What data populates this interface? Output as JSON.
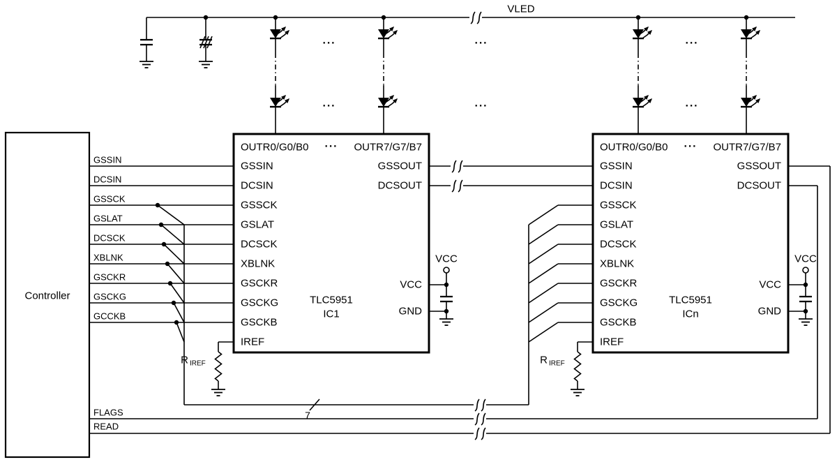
{
  "schematic": {
    "vled_label": "VLED",
    "vcc_label": "VCC",
    "dots": "···",
    "bus_count": "7",
    "controller": {
      "label": "Controller",
      "signals": [
        "GSSIN",
        "DCSIN",
        "GSSCK",
        "GSLAT",
        "DCSCK",
        "XBLNK",
        "GSCKR",
        "GSCKG",
        "GCCKB"
      ],
      "flags_label": "FLAGS",
      "read_label": "READ"
    },
    "ic_pins": {
      "out_left": "OUTR0/G0/B0",
      "out_right": "OUTR7/G7/B7",
      "left": [
        "GSSIN",
        "DCSIN",
        "GSSCK",
        "GSLAT",
        "DCSCK",
        "XBLNK",
        "GSCKR",
        "GSCKG",
        "GSCKB",
        "IREF"
      ],
      "gssout": "GSSOUT",
      "dcsout": "DCSOUT",
      "vcc": "VCC",
      "gnd": "GND"
    },
    "ic1": {
      "part": "TLC5951",
      "name": "IC1"
    },
    "icn": {
      "part": "TLC5951",
      "name": "ICn"
    },
    "riref": {
      "base": "R",
      "sub": "IREF"
    }
  }
}
